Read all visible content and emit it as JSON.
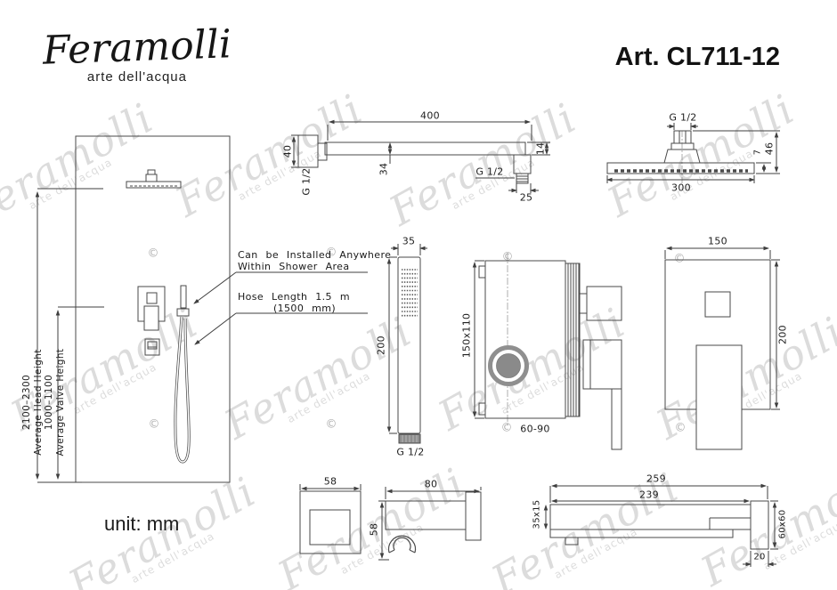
{
  "header": {
    "brand": "Feramolli",
    "tagline": "arte dell'acqua",
    "article": "Art. CL711-12"
  },
  "footer": {
    "unit": "unit: mm"
  },
  "watermark": {
    "text": "Feramolli",
    "subtext": "arte dell'acqua",
    "copyright": "©"
  },
  "panel": {
    "head_height_range": "2100–2300",
    "head_height_label": "Average Head Height",
    "valve_height_range": "1000–1100",
    "valve_height_label": "Average Valve Height",
    "note_area_line1": "Can be Installed Anywhere",
    "note_area_line2": "Within Shower Area",
    "note_hose_line1": "Hose Length 1.5 m",
    "note_hose_line2": "(1500 mm)"
  },
  "arm": {
    "length": "400",
    "flange_size": "40",
    "drop": "34",
    "height": "14",
    "thread_left": "G 1/2",
    "thread_right": "G 1/2",
    "tip_length": "25"
  },
  "shower_head": {
    "thread": "G 1/2",
    "width": "300",
    "height": "46",
    "thickness": "7"
  },
  "hand_shower": {
    "width": "35",
    "length": "200",
    "thread": "G 1/2"
  },
  "valve": {
    "body_size": "150x110",
    "depth_range": "60-90"
  },
  "trim_plate": {
    "width": "150",
    "height": "200"
  },
  "holder": {
    "front_size": "58",
    "side_length": "80",
    "side_height": "58"
  },
  "spout": {
    "total_length": "259",
    "body_length": "239",
    "outlet_size": "35x15",
    "flange_size": "60x60",
    "flange_depth": "20"
  }
}
